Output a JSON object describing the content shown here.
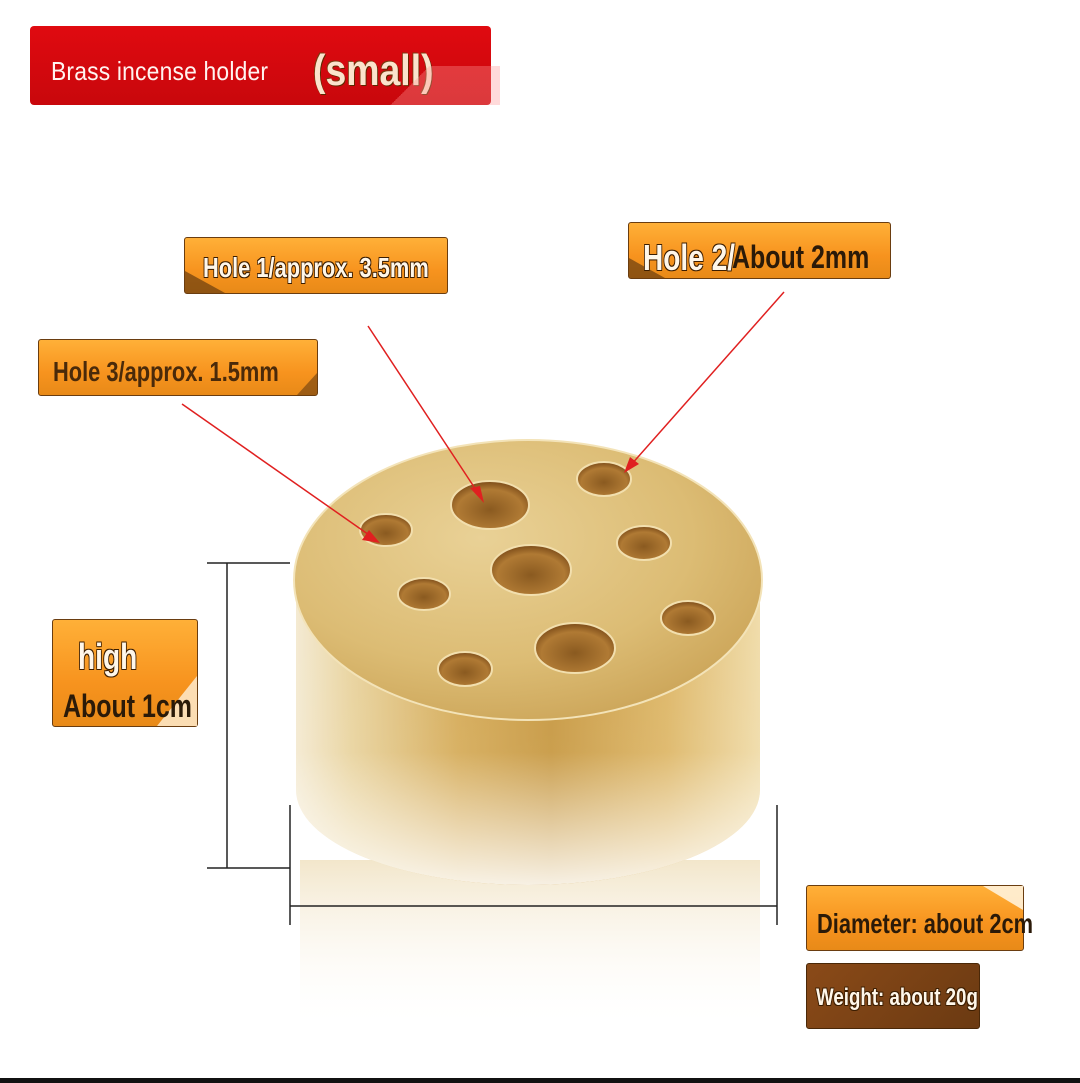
{
  "title": {
    "main": "Brass incense holder",
    "size": "(small)"
  },
  "callouts": {
    "hole1": "Hole 1/approx. 3.5mm",
    "hole2_prefix": "Hole 2/",
    "hole2_value": "About 2mm",
    "hole3": "Hole 3/approx. 1.5mm",
    "height_label": "high",
    "height_value": "About 1cm",
    "diameter": "Diameter: about 2cm",
    "weight": "Weight: about 20g"
  },
  "colors": {
    "banner_red": "#d8080e",
    "tag_orange": "#f7931e",
    "brass": "#d9b060",
    "arrow_red": "#e02020"
  }
}
